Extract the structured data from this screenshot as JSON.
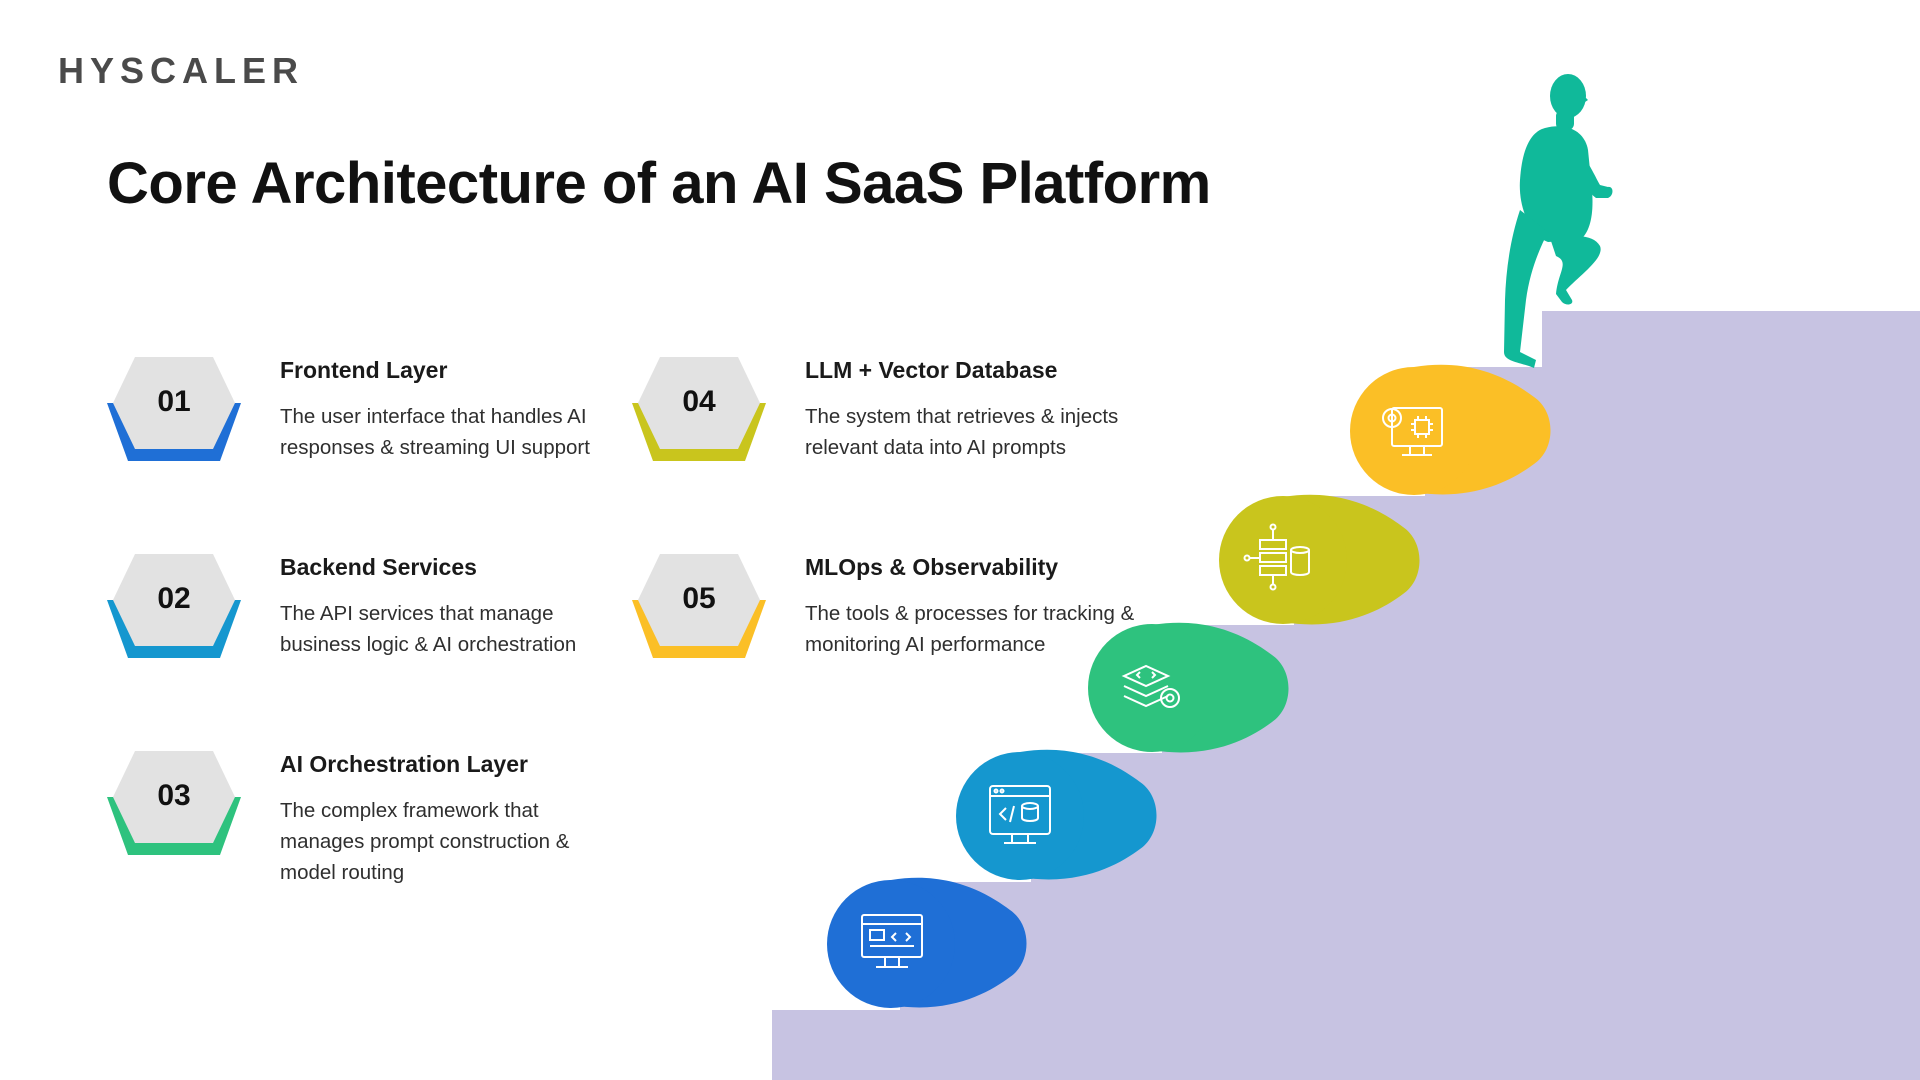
{
  "brand": {
    "logo_text": "HYSCALER"
  },
  "title": "Core Architecture of an AI SaaS Platform",
  "layers": [
    {
      "number": "01",
      "heading": "Frontend Layer",
      "description": "The user interface that handles AI responses & streaming UI support",
      "color": "#1f6fd6"
    },
    {
      "number": "02",
      "heading": "Backend Services",
      "description": "The API services that manage business logic & AI orchestration",
      "color": "#1597cf"
    },
    {
      "number": "03",
      "heading": "AI Orchestration Layer",
      "description": "The complex framework that manages prompt construction & model routing",
      "color": "#2ec27e"
    },
    {
      "number": "04",
      "heading": "LLM + Vector Database",
      "description": "The system that retrieves & injects relevant data into AI prompts",
      "color": "#c9c51d"
    },
    {
      "number": "05",
      "heading": "MLOps & Observability",
      "description": "The tools & processes for tracking & monitoring AI performance",
      "color": "#fbbf26"
    }
  ],
  "colors": {
    "hexagon_gray": "#e2e2e2",
    "stairs": "#c7c3e2",
    "figure": "#10b99a",
    "step_bulbs": [
      "#1f6fd6",
      "#1597cf",
      "#2ec27e",
      "#c9c51d",
      "#fbbf26"
    ]
  },
  "icons": [
    "monitor-code-icon",
    "monitor-database-icon",
    "code-layers-gear-icon",
    "server-network-icon",
    "monitor-chip-gear-icon"
  ]
}
